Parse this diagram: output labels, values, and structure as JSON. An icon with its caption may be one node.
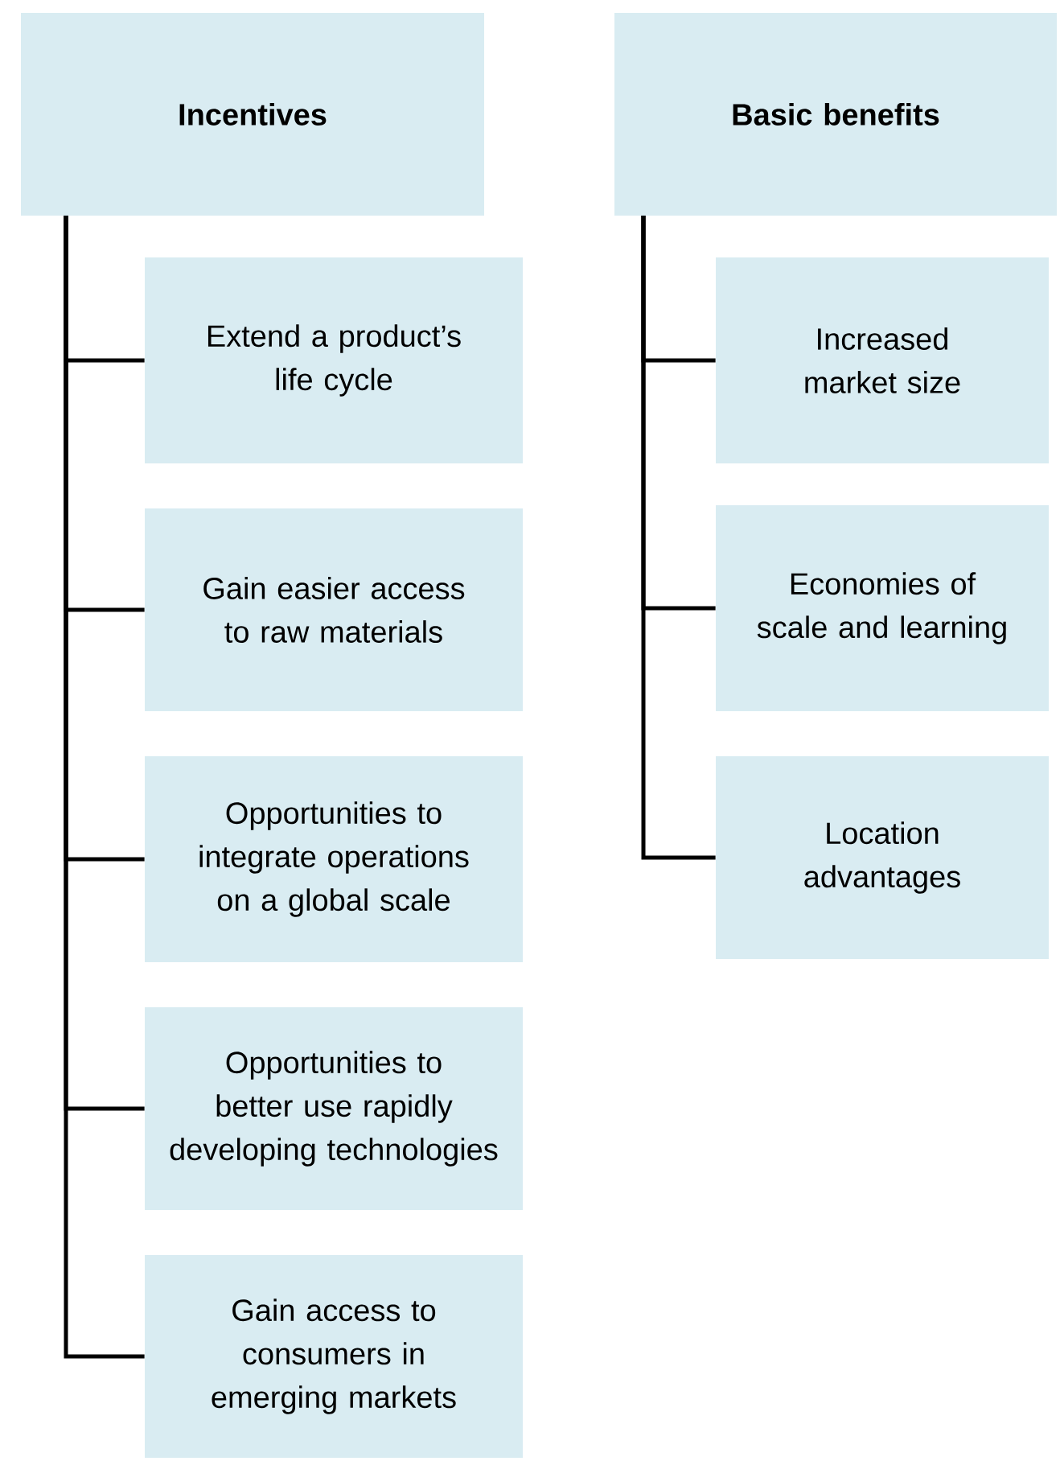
{
  "diagram": {
    "nodes": [
      {
        "text": [
          "Incentives"
        ]
      },
      {
        "text": [
          "Extend a product’s life cycle"
        ]
      },
      {
        "text": [
          "Gain easier access to raw materials"
        ]
      },
      {
        "text": [
          "Opportunities to integrate operations on a global scale"
        ]
      },
      {
        "text": [
          "Opportunities to better use rapidly developing technologies"
        ]
      },
      {
        "text": [
          "Gain access to consumers in emerging markets"
        ]
      },
      {
        "text": [
          "Basic benefits"
        ]
      },
      {
        "text": [
          "Increased market size"
        ]
      },
      {
        "text": [
          "Economies of scale and learning"
        ]
      },
      {
        "text": [
          "Location advantages"
        ]
      }
    ],
    "edges": [
      {
        "from": 0,
        "to": 1,
        "arrow": "none"
      },
      {
        "from": 0,
        "to": 2,
        "arrow": "none"
      },
      {
        "from": 0,
        "to": 3,
        "arrow": "none"
      },
      {
        "from": 0,
        "to": 4,
        "arrow": "none"
      },
      {
        "from": 0,
        "to": 5,
        "arrow": "none"
      },
      {
        "from": 6,
        "to": 7,
        "arrow": "none"
      },
      {
        "from": 6,
        "to": 8,
        "arrow": "none"
      },
      {
        "from": 6,
        "to": 9,
        "arrow": "none"
      }
    ]
  }
}
